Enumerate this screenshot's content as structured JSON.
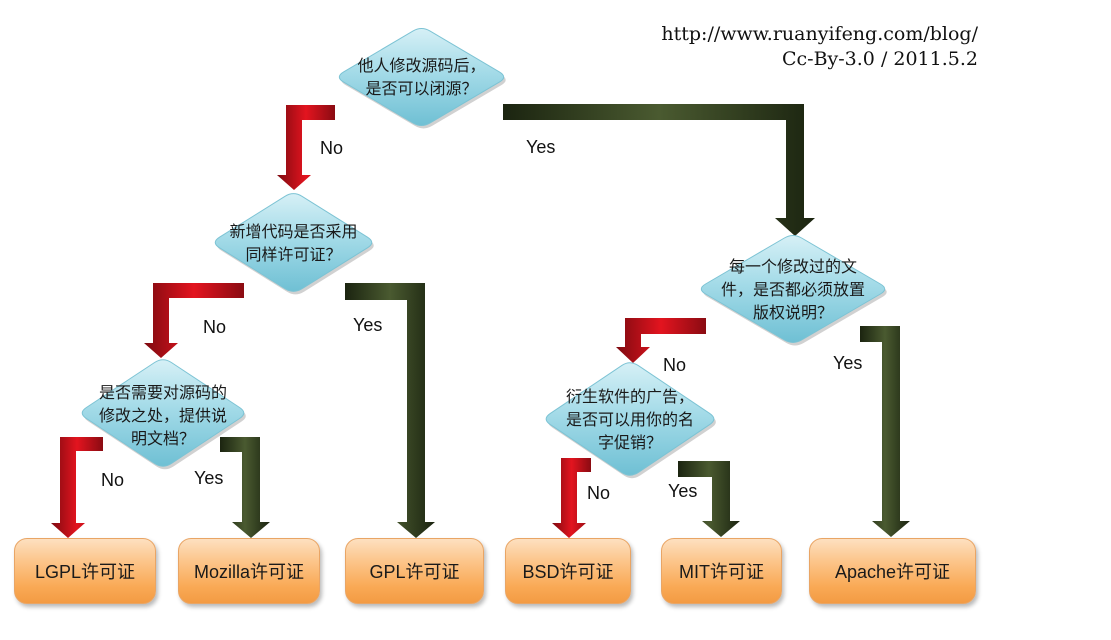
{
  "credit": {
    "url": "http://www.ruanyifeng.com/blog/",
    "license": "Cc-By-3.0 / 2011.5.2"
  },
  "questions": {
    "q1": [
      "他人修改源码后，",
      "是否可以闭源？"
    ],
    "q2": [
      "新增代码是否采用",
      "同样许可证？"
    ],
    "q3": [
      "是否需要对源码的",
      "修改之处，提供说",
      "明文档？"
    ],
    "q4": [
      "每一个修改过的文",
      "件，是否都必须放置",
      "版权说明？"
    ],
    "q5": [
      "衍生软件的广告，",
      "是否可以用你的名",
      "字促销？"
    ]
  },
  "answers": {
    "no": "No",
    "yes": "Yes"
  },
  "licenses": {
    "lgpl": "LGPL许可证",
    "mozilla": "Mozilla许可证",
    "gpl": "GPL许可证",
    "bsd": "BSD许可证",
    "mit": "MIT许可证",
    "apache": "Apache许可证"
  },
  "colors": {
    "no_arrow": "#c8101a",
    "yes_arrow": "#2d3a1c",
    "diamond": "#8fd0df",
    "license_box": "#f9a955"
  }
}
